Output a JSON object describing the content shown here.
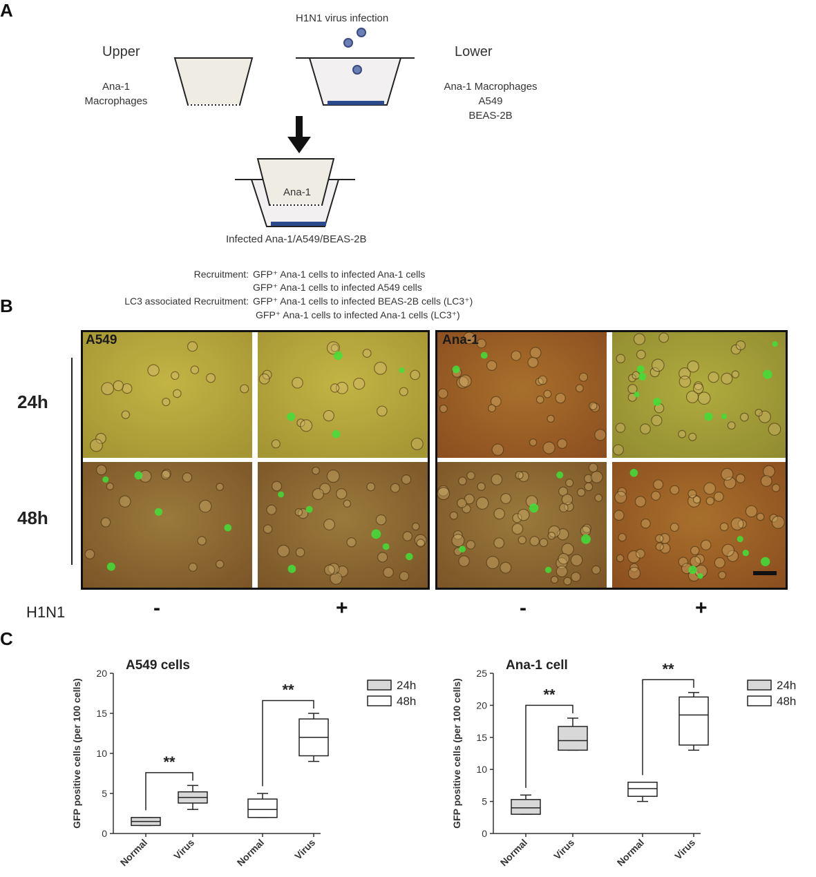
{
  "panels": {
    "a": "A",
    "b": "B",
    "c": "C"
  },
  "schematic": {
    "upper_title": "Upper",
    "lower_title": "Lower",
    "infection_label": "H1N1 virus infection",
    "upper_cells": [
      "Ana-1",
      "Macrophages"
    ],
    "lower_cells": [
      "Ana-1 Macrophages",
      "A549",
      "BEAS-2B"
    ],
    "insert_label": "Ana-1",
    "bottom_caption": "Infected Ana-1/A549/BEAS-2B"
  },
  "recruitment": [
    {
      "label": "Recruitment:",
      "text": "GFP⁺ Ana-1 cells to infected Ana-1 cells"
    },
    {
      "label": "",
      "text": "GFP⁺ Ana-1 cells to infected A549 cells"
    },
    {
      "label": "LC3 associated Recruitment:",
      "text": "GFP⁺ Ana-1 cells to infected BEAS-2B cells (LC3⁺)"
    },
    {
      "label": "",
      "text": "GFP⁺ Ana-1 cells to infected Ana-1 cells (LC3⁺)"
    }
  ],
  "micrographs": {
    "left_title": "A549",
    "right_title": "Ana-1",
    "rows": [
      "24h",
      "48h"
    ],
    "h1n1_label": "H1N1",
    "signs": [
      "-",
      "+",
      "-",
      "+"
    ]
  },
  "colors": {
    "gfp": "#3fe03a",
    "yellow_bg": "#b5a33a",
    "brown_bg": "#8a6432"
  },
  "chart_data": [
    {
      "type": "box",
      "title": "A549 cells",
      "ylabel": "GFP positive cells (per 100 cells)",
      "ylim": [
        0,
        20
      ],
      "yticks": [
        0,
        5,
        10,
        15,
        20
      ],
      "categories": [
        "Normal",
        "Virus",
        "Normal",
        "Virus"
      ],
      "legend": [
        "24h",
        "48h"
      ],
      "boxes": [
        {
          "category": "Normal",
          "series": "24h",
          "min": 1,
          "q1": 1,
          "median": 1.5,
          "q3": 2,
          "max": 2
        },
        {
          "category": "Virus",
          "series": "24h",
          "min": 3,
          "q1": 3.8,
          "median": 4.5,
          "q3": 5.2,
          "max": 6
        },
        {
          "category": "Normal",
          "series": "48h",
          "min": 2,
          "q1": 2,
          "median": 3,
          "q3": 4.3,
          "max": 5
        },
        {
          "category": "Virus",
          "series": "48h",
          "min": 9,
          "q1": 9.7,
          "median": 12,
          "q3": 14.3,
          "max": 15
        }
      ],
      "annotations": [
        "**",
        "**"
      ]
    },
    {
      "type": "box",
      "title": "Ana-1 cell",
      "ylabel": "GFP positive cells (per 100 cells)",
      "ylim": [
        0,
        25
      ],
      "yticks": [
        0,
        5,
        10,
        15,
        20,
        25
      ],
      "categories": [
        "Normal",
        "Virus",
        "Normal",
        "Virus"
      ],
      "legend": [
        "24h",
        "48h"
      ],
      "boxes": [
        {
          "category": "Normal",
          "series": "24h",
          "min": 3,
          "q1": 3,
          "median": 4,
          "q3": 5.3,
          "max": 6
        },
        {
          "category": "Virus",
          "series": "24h",
          "min": 13,
          "q1": 13,
          "median": 14.5,
          "q3": 16.7,
          "max": 18
        },
        {
          "category": "Normal",
          "series": "48h",
          "min": 5,
          "q1": 5.8,
          "median": 7,
          "q3": 8,
          "max": 8
        },
        {
          "category": "Virus",
          "series": "48h",
          "min": 13,
          "q1": 13.8,
          "median": 18.5,
          "q3": 21.3,
          "max": 22
        }
      ],
      "annotations": [
        "**",
        "**"
      ]
    }
  ]
}
